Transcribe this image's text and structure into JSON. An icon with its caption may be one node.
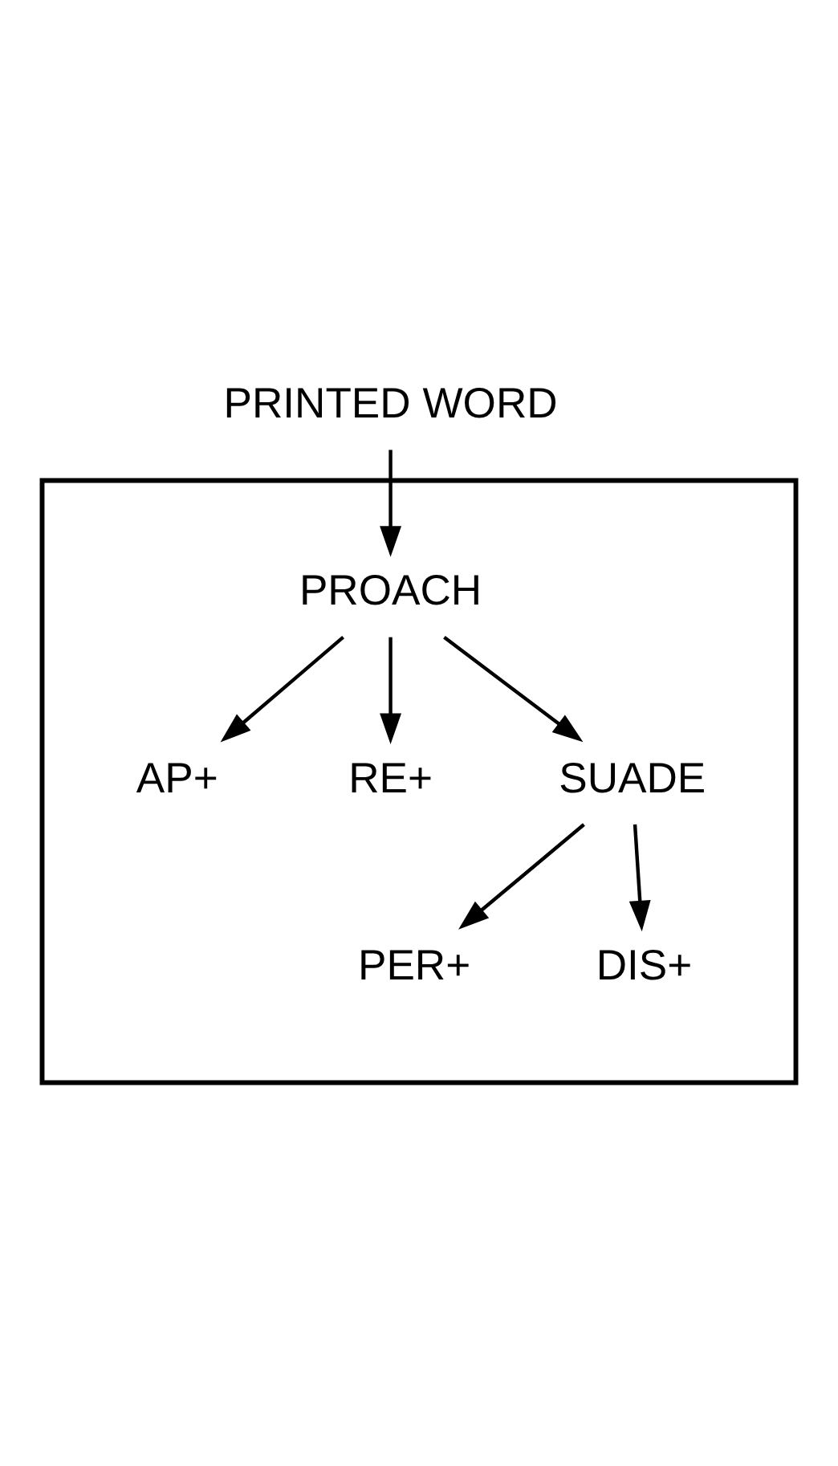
{
  "diagram": {
    "nodes": [
      {
        "text": [
          "PRINTED WORD"
        ]
      },
      {
        "text": [],
        "shape": "box"
      },
      {
        "text": [
          "PROACH"
        ],
        "in": 1
      },
      {
        "text": [
          "AP+"
        ],
        "in": 1
      },
      {
        "text": [
          "RE+"
        ],
        "in": 1
      },
      {
        "text": [
          "SUADE"
        ],
        "in": 1
      },
      {
        "text": [
          "PER+"
        ],
        "in": 1
      },
      {
        "text": [
          "DIS+"
        ],
        "in": 1
      }
    ],
    "edges": [
      {
        "from": 0,
        "to": 2,
        "arrow": "to"
      },
      {
        "from": 2,
        "to": 3,
        "arrow": "to"
      },
      {
        "from": 2,
        "to": 4,
        "arrow": "to"
      },
      {
        "from": 2,
        "to": 5,
        "arrow": "to"
      },
      {
        "from": 5,
        "to": 6,
        "arrow": "to"
      },
      {
        "from": 5,
        "to": 7,
        "arrow": "to"
      }
    ]
  }
}
